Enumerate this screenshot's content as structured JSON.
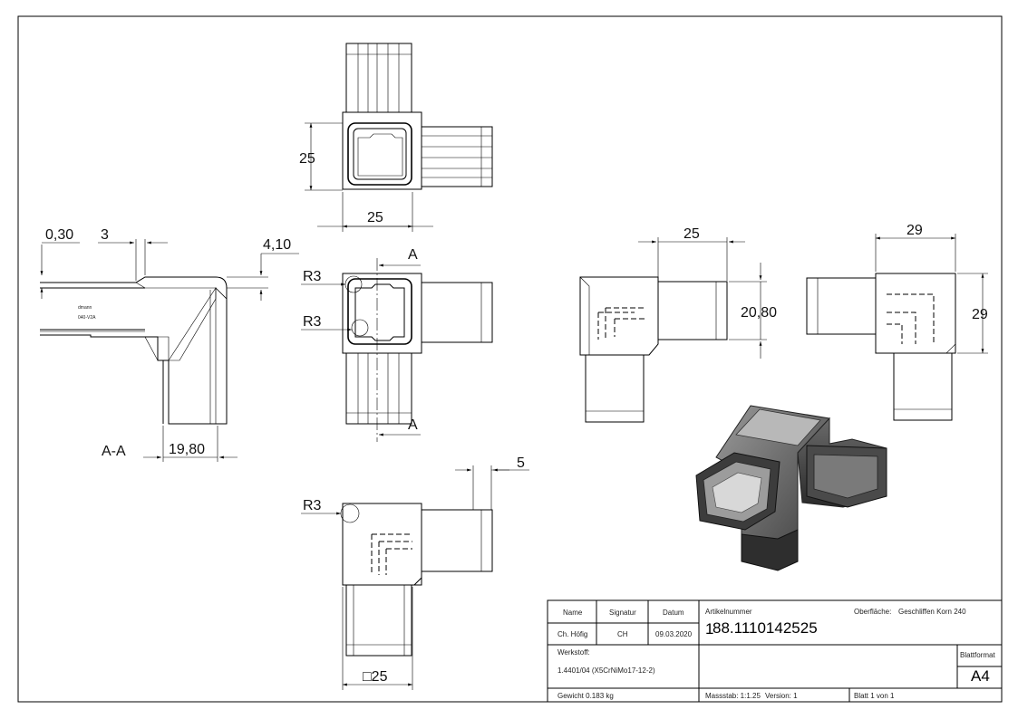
{
  "dimensions": {
    "top_height": "25",
    "top_width": "25",
    "section_t1": "0,30",
    "section_t2": "3",
    "section_t3": "4,10",
    "section_label": "A-A",
    "section_bottom": "19,80",
    "radius1": "R3",
    "radius2": "R3",
    "radius3": "R3",
    "cut_label_top": "A",
    "cut_label_bottom": "A",
    "side_width": "25",
    "side_height": "20,80",
    "right_width": "29",
    "right_height": "29",
    "bottom_offset": "5",
    "bottom_square": "□25"
  },
  "section_text": {
    "engrave1": "dmann",
    "engrave2": "040-V2A"
  },
  "title_block": {
    "h_name": "Name",
    "h_signatur": "Signatur",
    "h_datum": "Datum",
    "name": "Ch. Höfig",
    "signatur": "CH",
    "datum": "09.03.2020",
    "artikel_label": "Artikelnummer",
    "artikel_prefix": "1",
    "artikel_value": "88.1110142525",
    "oberflaeche_label": "Oberfläche:",
    "oberflaeche_value": "Geschliffen Korn 240",
    "werkstoff_label": "Werkstoff:",
    "werkstoff_value": "1.4401/04 (X5CrNiMo17-12-2)",
    "blattformat_label": "Blattformat",
    "blattformat_value": "A4",
    "gewicht": "Gewicht 0.183 kg",
    "massstab": "Massstab: 1:1.25",
    "version": "Version: 1",
    "blatt": "Blatt 1 von 1"
  }
}
